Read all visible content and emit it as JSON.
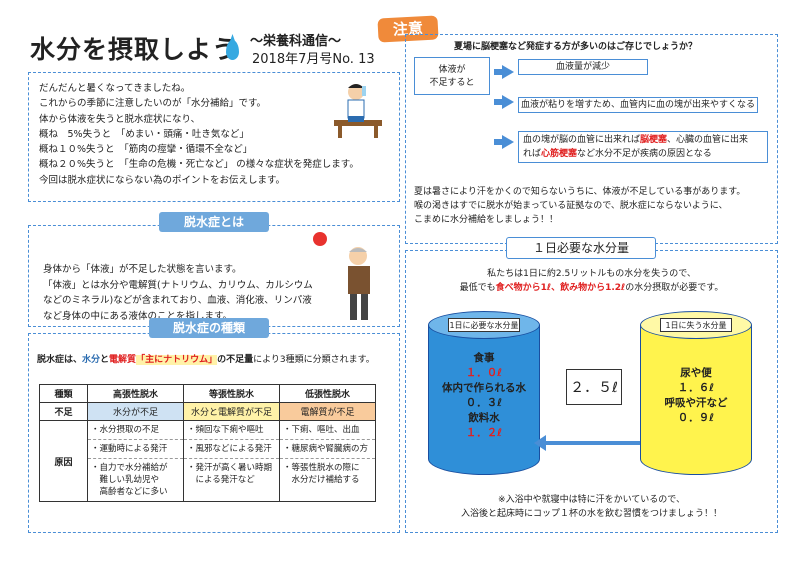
{
  "header": {
    "title": "水分を摂取しよう",
    "subtitle": "～栄養科通信～",
    "issue": "2018年7月号No. 13"
  },
  "stamp": "注意",
  "intro": {
    "lines": [
      "だんだんと暑くなってきましたね。",
      "これからの季節に注意したいのが「水分補給」です。",
      "体から体液を失うと脱水症状になり、",
      "概ね　5%失うと　「めまい・頭痛・吐き気など」",
      "概ね１０%失うと　「筋肉の痙攣・循環不全など」",
      "概ね２０%失うと　「生命の危機・死亡など」 の様々な症状を発症します。",
      "今回は脱水症状にならない為のポイントをお伝えします。"
    ]
  },
  "heat": {
    "question": "夏場に脳梗塞など発症する方が多いのはご存じでしょうか？",
    "start": "体液が\n不足すると",
    "step1": "血液量が減少",
    "step2": "血液が粘りを増すため、血管内に血の塊が出来やすくなる",
    "step3_pre": "血の塊が脳の血管に出来れば",
    "step3_red1": "脳梗塞",
    "step3_mid": "、心臓の血管に出来",
    "step3_pre2": "れば",
    "step3_red2": "心筋梗塞",
    "step3_post": "など水分不足が疾病の原因となる",
    "note": [
      "夏は暑さにより汗をかくので知らないうちに、体液が不足している事があります。",
      "喉の渇きはすでに脱水が始まっている証拠なので、脱水症にならないように、",
      "こまめに水分補給をしましょう！！"
    ]
  },
  "dehydration": {
    "label": "脱水症とは",
    "lines": [
      "身体から「体液」が不足した状態を言います。",
      "「体液」とは水分や電解質(ナトリウム、カリウム、カルシウム",
      "などのミネラル)などが含まれており、血液、消化液、リンパ液",
      "など身体の中にある液体のことを指します。"
    ]
  },
  "types": {
    "label": "脱水症の種類",
    "desc_pre": "脱水症は、",
    "desc_water": "水分",
    "desc_and": "と",
    "desc_elec": "電解質",
    "desc_na": "「主にナトリウム」",
    "desc_lack": "の不足量",
    "desc_post": "により3種類に分類されます。",
    "headers": [
      "種類",
      "高張性脱水",
      "等張性脱水",
      "低張性脱水"
    ],
    "shortage_label": "不足",
    "shortage": [
      "水分が不足",
      "水分と電解質が不足",
      "電解質が不足"
    ],
    "cause_label": "原因",
    "causes": [
      [
        "・水分摂取の不足",
        "・運動時による発汗",
        "・自力で水分補給が\n　難しい乳幼児や\n　高齢者などに多い"
      ],
      [
        "・頻回な下痢や嘔吐",
        "・風邪などによる発汗",
        "・発汗が高く暑い時期\n　による発汗など"
      ],
      [
        "・下痢、嘔吐、出血",
        "・糖尿病や腎臓病の方",
        "・等張性脱水の際に\n　水分だけ補給する"
      ]
    ],
    "colors": {
      "hyper": "#cfe2f3",
      "iso": "#fff2a8",
      "hypo": "#f9cb9c"
    }
  },
  "water": {
    "label": "１日必要な水分量",
    "desc1": "私たちは1日に約2.5リットルもの水分を失うので、",
    "desc2_pre": "最低でも",
    "desc2_red": "食べ物から1ℓ、飲み物から1.2ℓ",
    "desc2_post": "の水分摂取が必要です。",
    "need_label": "1日に必要な水分量",
    "need": [
      {
        "name": "食事",
        "value": "１．０ℓ"
      },
      {
        "name": "体内で作られる水",
        "value": "０．３ℓ"
      },
      {
        "name": "飲料水",
        "value": "１．２ℓ"
      }
    ],
    "lose_label": "1日に失う水分量",
    "lose": [
      {
        "name": "尿や便",
        "value": "１．６ℓ"
      },
      {
        "name": "呼吸や汗など",
        "value": "０．９ℓ"
      }
    ],
    "total": "２．５ℓ",
    "note1": "※入浴中や就寝中は特に汗をかいているので、",
    "note2": "入浴後と起床時にコップ１杯の水を飲む習慣をつけましょう！！",
    "colors": {
      "need": "#2f8fd8",
      "lose": "#fff34d"
    }
  }
}
